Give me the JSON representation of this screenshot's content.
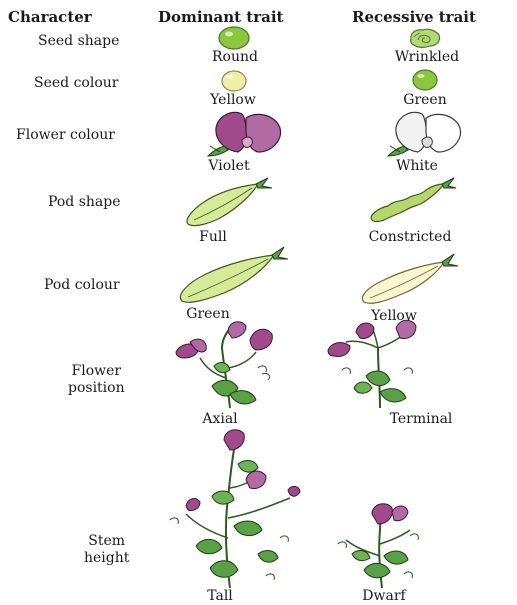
{
  "headers": {
    "character": "Character",
    "dominant": "Dominant trait",
    "recessive": "Recessive trait"
  },
  "rows": [
    {
      "character": "Seed shape",
      "dominant": "Round",
      "recessive": "Wrinkled"
    },
    {
      "character": "Seed colour",
      "dominant": "Yellow",
      "recessive": "Green"
    },
    {
      "character": "Flower colour",
      "dominant": "Violet",
      "recessive": "White"
    },
    {
      "character": "Pod shape",
      "dominant": "Full",
      "recessive": "Constricted"
    },
    {
      "character": "Pod colour",
      "dominant": "Green",
      "recessive": "Yellow"
    },
    {
      "character_lines": [
        "Flower",
        "position"
      ],
      "dominant": "Axial",
      "recessive": "Terminal"
    },
    {
      "character_lines": [
        "Stem",
        "height"
      ],
      "dominant": "Tall",
      "recessive": "Dwarf"
    }
  ],
  "colors": {
    "green_seed": "#8cc63f",
    "yellow_seed": "#eef0a8",
    "violet": "#a04a8c",
    "white_flower": "#f2f2f2",
    "leaf": "#5aa046",
    "pod_green": "#d7ea9a",
    "pod_yellow": "#fbf6d2"
  }
}
